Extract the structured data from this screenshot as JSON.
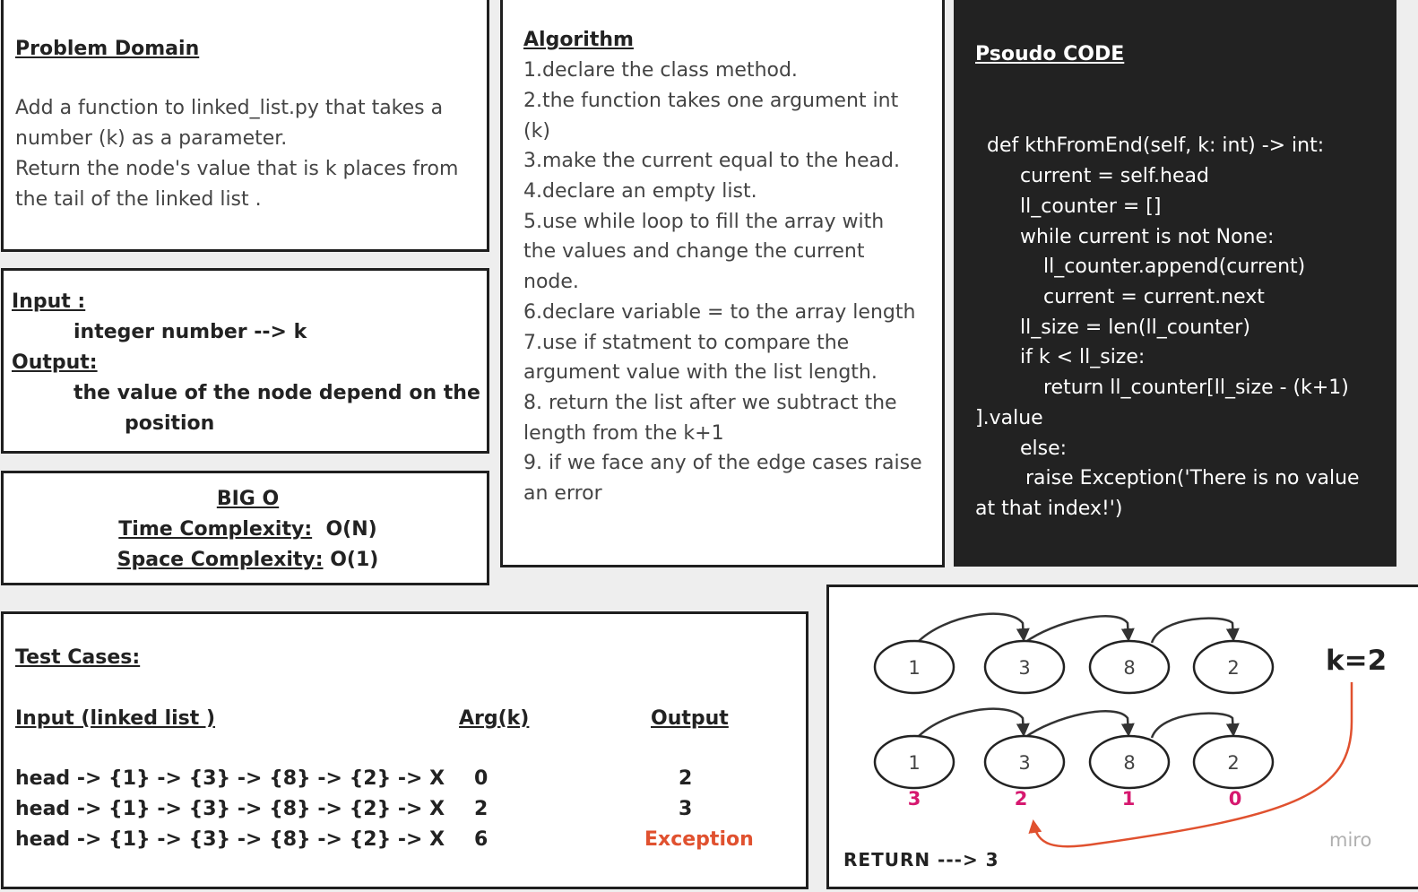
{
  "problem": {
    "title": "Problem Domain",
    "lines": [
      "Add a function to linked_list.py that takes a",
      "number (k) as a parameter.",
      "Return the node's value that is k places from",
      "the tail of the linked list ."
    ]
  },
  "io": {
    "input_label": "Input :",
    "input_value": "integer number --> k",
    "output_label": "Output:",
    "output_value_line1": "the value of the node depend on the",
    "output_value_line2": "position"
  },
  "bigo": {
    "title": "BIG O",
    "time_label": "Time Complexity:",
    "time_value": "O(N)",
    "space_label": "Space Complexity:",
    "space_value": "O(1)"
  },
  "algorithm": {
    "title": "Algorithm",
    "lines": [
      "1.declare the class method.",
      "2.the function takes one argument int",
      "(k)",
      "3.make the current equal to the head.",
      "4.declare an empty list.",
      "5.use while loop to fill the array with",
      "the values and change the current",
      "node.",
      "6.declare variable = to the array length",
      "7.use if statment  to compare the",
      "argument value with the list length.",
      "8. return the list after we subtract the",
      "length from the k+1",
      "9. if we face any of the edge cases raise",
      "an error"
    ]
  },
  "pseudo": {
    "title": "Psoudo CODE",
    "lines": [
      "def kthFromEnd(self, k: int) -> int:",
      "current = self.head",
      "ll_counter = []",
      "while current is not None:",
      "ll_counter.append(current)",
      "current = current.next",
      "ll_size = len(ll_counter)",
      "if k < ll_size:",
      "return ll_counter[ll_size - (k+1)",
      "].value",
      "else:",
      "raise Exception('There is no value",
      "at that index!')"
    ]
  },
  "tests": {
    "title": "Test Cases:",
    "headers": [
      "Input (linked list )",
      "Arg(k)",
      "Output"
    ],
    "rows": [
      [
        "head -> {1} -> {3} -> {8} -> {2} -> X",
        "0",
        "2"
      ],
      [
        "head -> {1} -> {3} -> {8} -> {2} -> X",
        "2",
        "3"
      ],
      [
        "head -> {1} -> {3} -> {8} -> {2} -> X",
        "6",
        "Exception"
      ]
    ]
  },
  "diagram": {
    "top_nodes": [
      "1",
      "3",
      "8",
      "2"
    ],
    "bottom_nodes": [
      "1",
      "3",
      "8",
      "2"
    ],
    "indices": [
      "3",
      "2",
      "1",
      "0"
    ],
    "k_label": "k=2",
    "return_label": "RETURN --->  3",
    "watermark": "miro",
    "colors": {
      "index": "#d6186f",
      "arrow": "#e0512f",
      "exception": "#e0512f",
      "pseudo_bg": "#222222"
    }
  }
}
